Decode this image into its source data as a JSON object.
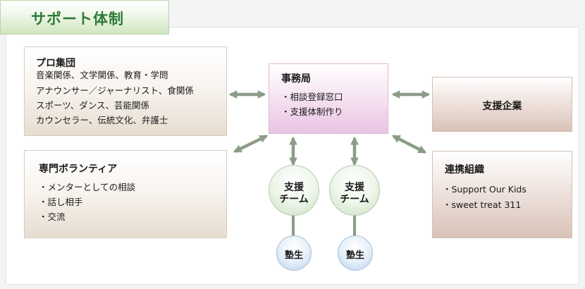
{
  "title": "サポート体制",
  "professional": {
    "heading": "プロ集団",
    "lines": [
      "音楽関係、文学関係、教育・学問",
      "アナウンサー／ジャーナリスト、食関係",
      "スポーツ、ダンス、芸能関係",
      "カウンセラー、伝統文化、弁護士"
    ]
  },
  "volunteer": {
    "heading": "専門ボランティア",
    "items": [
      "・メンターとしての相談",
      "・話し相手",
      "・交流"
    ]
  },
  "office": {
    "heading": "事務局",
    "items": [
      "・相談登録窓口",
      "・支援体制作り"
    ]
  },
  "sponsor": {
    "heading": "支援企業"
  },
  "partners": {
    "heading": "連携組織",
    "items": [
      "・Support Our Kids",
      "・sweet treat 311"
    ]
  },
  "teams": [
    {
      "line1": "支援",
      "line2": "チーム"
    },
    {
      "line1": "支援",
      "line2": "チーム"
    }
  ],
  "students": [
    "塾生",
    "塾生"
  ],
  "colors": {
    "title_text": "#2e7a38",
    "arrow": "#8c9c88",
    "office_fill": "#e9c4e2",
    "sponsor_fill": "#d9c2b8",
    "team_fill": "#c8e0bf",
    "student_fill": "#b9d1ea"
  }
}
